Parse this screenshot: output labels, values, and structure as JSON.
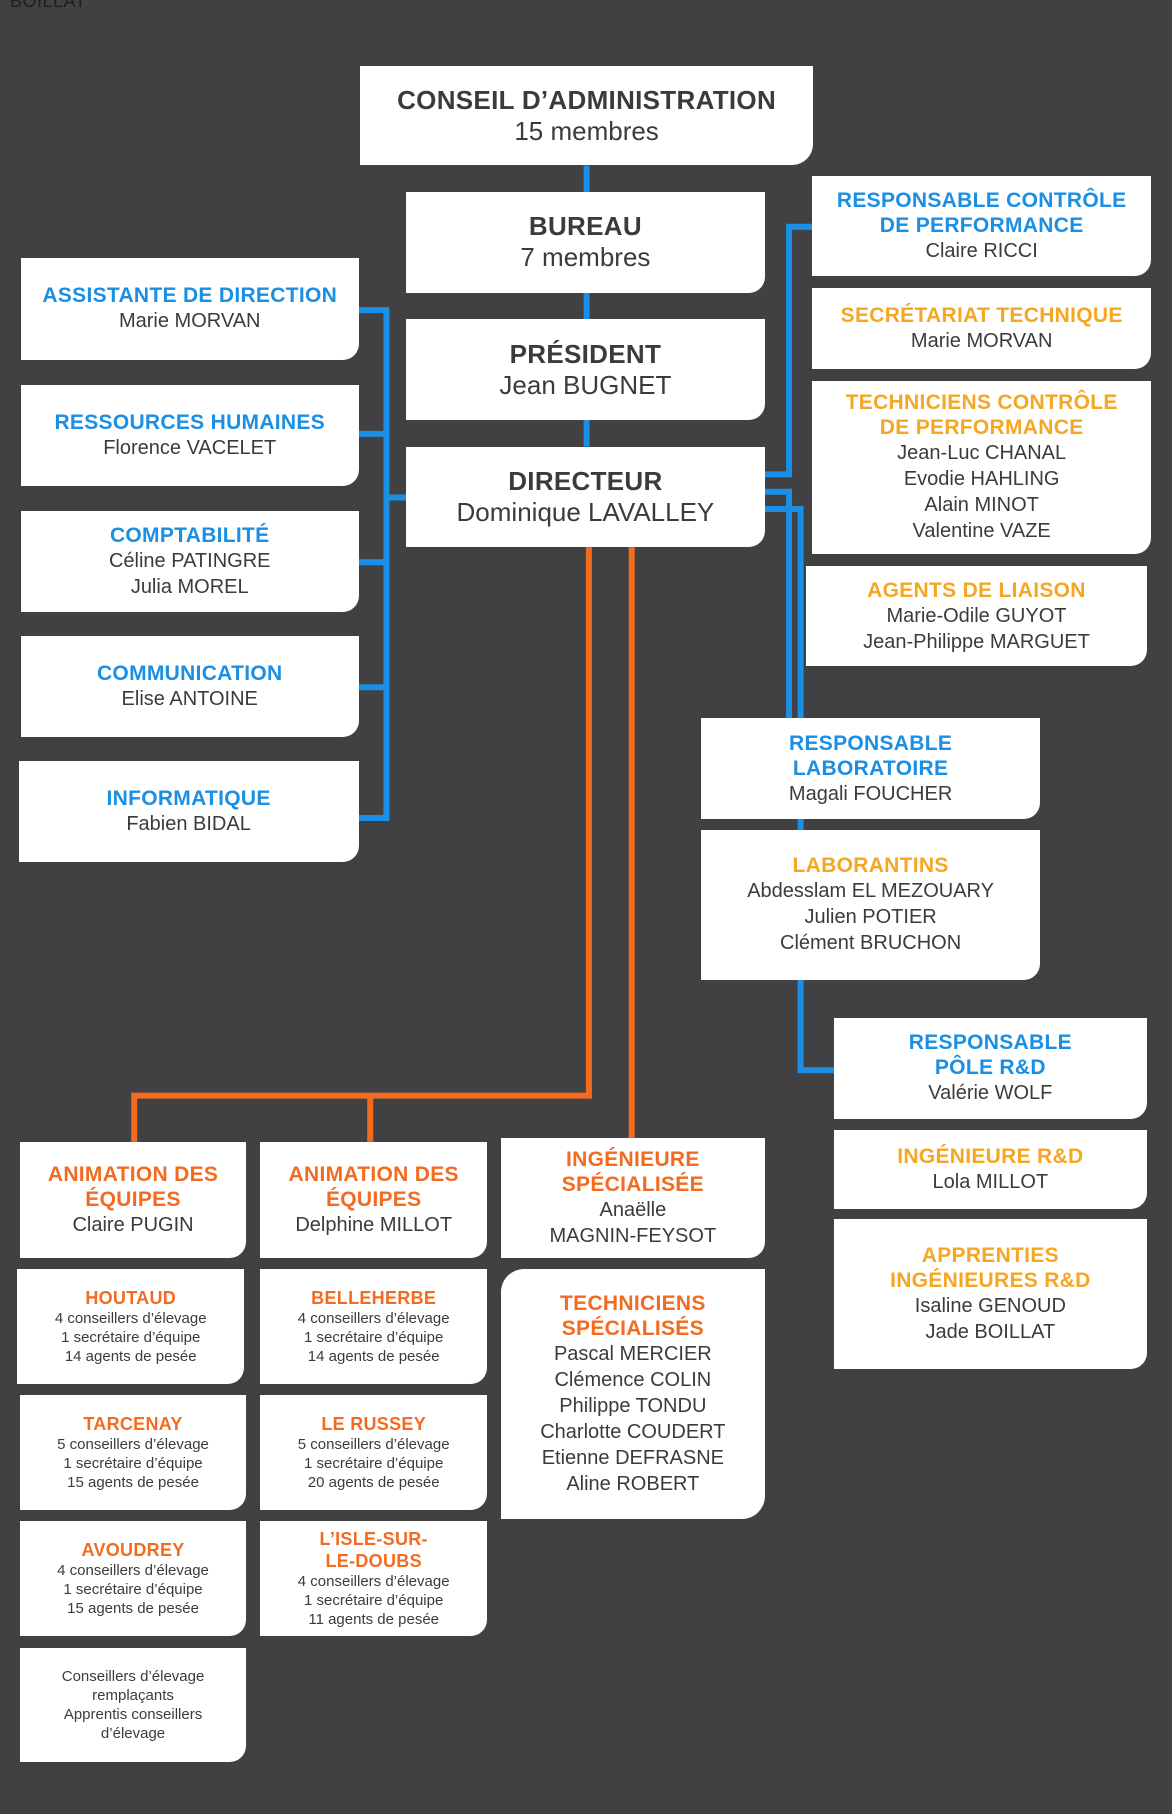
{
  "corner_label": "BOILLAT",
  "colors": {
    "background": "#414042",
    "blue_connector": "#1a8fe3",
    "orange_connector": "#f36b21",
    "blue_title": "#1a8fe3",
    "gold_title": "#f5a623",
    "orange_title": "#f36b21",
    "box": "#ffffff"
  },
  "nodes": [
    {
      "id": "conseil",
      "title": [
        "CONSEIL D’ADMINISTRATION"
      ],
      "names": [
        "15 membres"
      ],
      "color": "dark",
      "style": "main"
    },
    {
      "id": "bureau",
      "title": [
        "BUREAU"
      ],
      "names": [
        "7 membres"
      ],
      "color": "dark",
      "style": "main"
    },
    {
      "id": "president",
      "title": [
        "PRÉSIDENT"
      ],
      "names": [
        "Jean BUGNET"
      ],
      "color": "dark",
      "style": "main"
    },
    {
      "id": "directeur",
      "title": [
        "DIRECTEUR"
      ],
      "names": [
        "Dominique LAVALLEY"
      ],
      "color": "dark",
      "style": "main"
    },
    {
      "id": "assistante",
      "title": [
        "ASSISTANTE DE DIRECTION"
      ],
      "names": [
        "Marie MORVAN"
      ],
      "color": "blue"
    },
    {
      "id": "rh",
      "title": [
        "RESSOURCES HUMAINES"
      ],
      "names": [
        "Florence VACELET"
      ],
      "color": "blue"
    },
    {
      "id": "compta",
      "title": [
        "COMPTABILITÉ"
      ],
      "names": [
        "Céline PATINGRE",
        "Julia MOREL"
      ],
      "color": "blue"
    },
    {
      "id": "comm",
      "title": [
        "COMMUNICATION"
      ],
      "names": [
        "Elise ANTOINE"
      ],
      "color": "blue"
    },
    {
      "id": "info",
      "title": [
        "INFORMATIQUE"
      ],
      "names": [
        "Fabien BIDAL"
      ],
      "color": "blue"
    },
    {
      "id": "resp-controle",
      "title": [
        "RESPONSABLE CONTRÔLE",
        "DE PERFORMANCE"
      ],
      "names": [
        "Claire RICCI"
      ],
      "color": "blue"
    },
    {
      "id": "secretariat",
      "title": [
        "SECRÉTARIAT TECHNIQUE"
      ],
      "names": [
        "Marie MORVAN"
      ],
      "color": "gold"
    },
    {
      "id": "tech-controle",
      "title": [
        "TECHNICIENS CONTRÔLE",
        "DE PERFORMANCE"
      ],
      "names": [
        "Jean-Luc CHANAL",
        "Evodie HAHLING",
        "Alain MINOT",
        "Valentine VAZE"
      ],
      "color": "gold"
    },
    {
      "id": "agents-liaison",
      "title": [
        "AGENTS DE LIAISON"
      ],
      "names": [
        "Marie-Odile GUYOT",
        "Jean-Philippe MARGUET"
      ],
      "color": "gold"
    },
    {
      "id": "resp-labo",
      "title": [
        "RESPONSABLE",
        "LABORATOIRE"
      ],
      "names": [
        "Magali FOUCHER"
      ],
      "color": "blue"
    },
    {
      "id": "laborantins",
      "title": [
        "LABORANTINS"
      ],
      "names": [
        "Abdesslam EL MEZOUARY",
        "Julien POTIER",
        "Clément BRUCHON"
      ],
      "color": "gold"
    },
    {
      "id": "resp-rd",
      "title": [
        "RESPONSABLE",
        "PÔLE R&D"
      ],
      "names": [
        "Valérie WOLF"
      ],
      "color": "blue"
    },
    {
      "id": "ing-rd",
      "title": [
        "INGÉNIEURE R&D"
      ],
      "names": [
        "Lola MILLOT"
      ],
      "color": "gold"
    },
    {
      "id": "apprentis-rd",
      "title": [
        "APPRENTIES",
        "INGÉNIEURES R&D"
      ],
      "names": [
        "Isaline GENOUD",
        "Jade BOILLAT"
      ],
      "color": "gold"
    },
    {
      "id": "anim1",
      "title": [
        "ANIMATION DES",
        "ÉQUIPES"
      ],
      "names": [
        "Claire PUGIN"
      ],
      "color": "orange"
    },
    {
      "id": "anim2",
      "title": [
        "ANIMATION DES",
        "ÉQUIPES"
      ],
      "names": [
        "Delphine MILLOT"
      ],
      "color": "orange"
    },
    {
      "id": "ing-spe",
      "title": [
        "INGÉNIEURE",
        "SPÉCIALISÉE"
      ],
      "names": [
        "Anaëlle",
        "MAGNIN-FEYSOT"
      ],
      "color": "orange"
    },
    {
      "id": "tech-spe",
      "title": [
        "TECHNICIENS",
        "SPÉCIALISÉS"
      ],
      "names": [
        "Pascal MERCIER",
        "Clémence COLIN",
        "Philippe TONDU",
        "Charlotte COUDERT",
        "Etienne DEFRASNE",
        "Aline ROBERT"
      ],
      "color": "orange"
    },
    {
      "id": "houtaud",
      "title": [
        "HOUTAUD"
      ],
      "names": [
        "4 conseillers d’élevage",
        "1 secrétaire d’équipe",
        "14 agents de pesée"
      ],
      "color": "orange",
      "style": "small"
    },
    {
      "id": "tarcenay",
      "title": [
        "TARCENAY"
      ],
      "names": [
        "5 conseillers d’élevage",
        "1 secrétaire d’équipe",
        "15 agents de pesée"
      ],
      "color": "orange",
      "style": "small"
    },
    {
      "id": "avoudrey",
      "title": [
        "AVOUDREY"
      ],
      "names": [
        "4 conseillers d’élevage",
        "1 secrétaire d’équipe",
        "15 agents de pesée"
      ],
      "color": "orange",
      "style": "small"
    },
    {
      "id": "remplacants",
      "title": [],
      "names": [
        "Conseillers d’élevage",
        "remplaçants",
        "Apprentis conseillers",
        "d’élevage"
      ],
      "color": "orange",
      "style": "small"
    },
    {
      "id": "belleherbe",
      "title": [
        "BELLEHERBE"
      ],
      "names": [
        "4 conseillers d’élevage",
        "1 secrétaire d’équipe",
        "14 agents de pesée"
      ],
      "color": "orange",
      "style": "small"
    },
    {
      "id": "le-russey",
      "title": [
        "LE RUSSEY"
      ],
      "names": [
        "5 conseillers d’élevage",
        "1 secrétaire d’équipe",
        "20 agents de pesée"
      ],
      "color": "orange",
      "style": "small"
    },
    {
      "id": "isle-sur-le-doubs",
      "title": [
        "L’ISLE-SUR-",
        "LE-DOUBS"
      ],
      "names": [
        "4 conseillers d’élevage",
        "1 secrétaire d’équipe",
        "11 agents de pesée"
      ],
      "color": "orange",
      "style": "small"
    }
  ]
}
